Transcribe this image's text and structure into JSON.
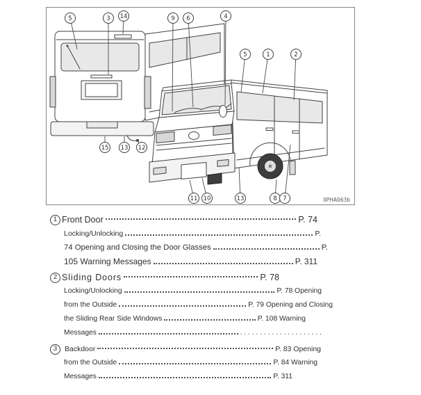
{
  "figure": {
    "code": "IIPHA063b",
    "callouts": [
      {
        "n": "5"
      },
      {
        "n": "3"
      },
      {
        "n": "14"
      },
      {
        "n": "9"
      },
      {
        "n": "6"
      },
      {
        "n": "4"
      },
      {
        "n": "5"
      },
      {
        "n": "1"
      },
      {
        "n": "2"
      },
      {
        "n": "15"
      },
      {
        "n": "13"
      },
      {
        "n": "12"
      },
      {
        "n": "11"
      },
      {
        "n": "10"
      },
      {
        "n": "13"
      },
      {
        "n": "8"
      },
      {
        "n": "7"
      }
    ]
  },
  "index": {
    "entries": [
      {
        "num": "1",
        "title": "Front Door",
        "title_page": "P. 74",
        "sublines": [
          {
            "pre": "Locking/Unlocking",
            "suf": "P."
          },
          {
            "pre": "74 Opening and Closing the Door Glasses",
            "suf": "P."
          },
          {
            "pre": "105 Warning Messages",
            "suf": "P. 311"
          }
        ]
      },
      {
        "num": "2",
        "title": "Sliding Doors",
        "title_page": "P. 78",
        "sublines": [
          {
            "pre": "Locking/Unlocking",
            "suf": "P. 78 Opening"
          },
          {
            "pre": "from the Outside",
            "suf": "P. 79 Opening and Closing"
          },
          {
            "pre": "the Sliding Rear Side Windows",
            "suf": "P. 108 Warning"
          },
          {
            "pre": "Messages",
            "suf": ". . . . . . . . . . . . . . . . . . . . ."
          }
        ]
      },
      {
        "num": "3",
        "title": "Backdoor",
        "title_page": "P. 83 Opening",
        "sublines": [
          {
            "pre": "from the Outside",
            "suf": "P. 84 Warning"
          },
          {
            "pre": "Messages",
            "suf": "P. 311"
          }
        ]
      }
    ]
  }
}
